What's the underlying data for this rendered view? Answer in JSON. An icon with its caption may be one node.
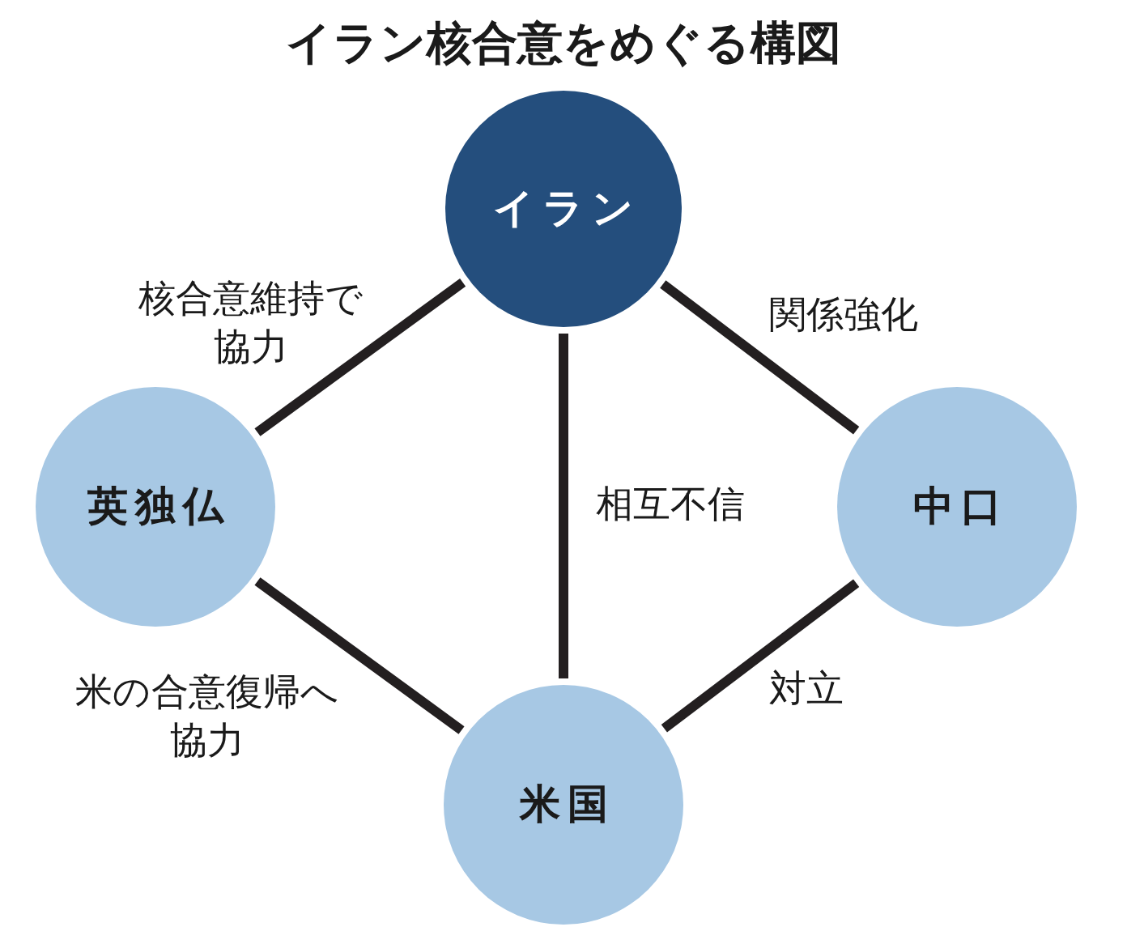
{
  "diagram": {
    "title": "イラン核合意をめぐる構図",
    "nodes": [
      {
        "text": [
          "イラン"
        ]
      },
      {
        "text": [
          "英独仏"
        ]
      },
      {
        "text": [
          "中口"
        ]
      },
      {
        "text": [
          "米国"
        ]
      }
    ],
    "edges": [
      {
        "from": 0,
        "to": 1,
        "arrow": "none",
        "label": "核合意維持で協力"
      },
      {
        "from": 0,
        "to": 2,
        "arrow": "none",
        "label": "関係強化"
      },
      {
        "from": 0,
        "to": 3,
        "arrow": "none",
        "label": "相互不信"
      },
      {
        "from": 1,
        "to": 3,
        "arrow": "none",
        "label": "米の合意復帰へ協力"
      },
      {
        "from": 2,
        "to": 3,
        "arrow": "none",
        "label": "対立"
      }
    ]
  }
}
